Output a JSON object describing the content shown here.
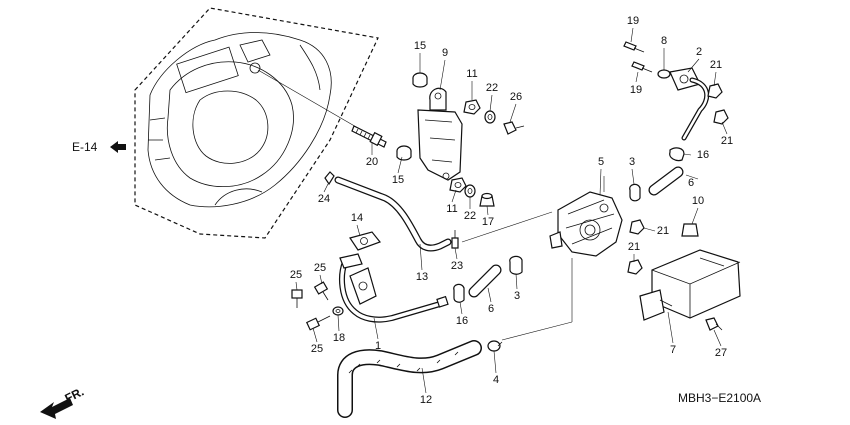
{
  "diagram": {
    "ref_label": "E-14",
    "code": "MBH3−E2100A",
    "direction_label": "FR.",
    "callouts": [
      "19",
      "8",
      "2",
      "21",
      "15",
      "9",
      "11",
      "22",
      "26",
      "21",
      "19",
      "16",
      "5",
      "3",
      "6",
      "20",
      "15",
      "11",
      "22",
      "17",
      "24",
      "10",
      "21",
      "14",
      "23",
      "13",
      "21",
      "25",
      "25",
      "3",
      "16",
      "6",
      "18",
      "1",
      "25",
      "7",
      "27",
      "4",
      "12"
    ]
  }
}
